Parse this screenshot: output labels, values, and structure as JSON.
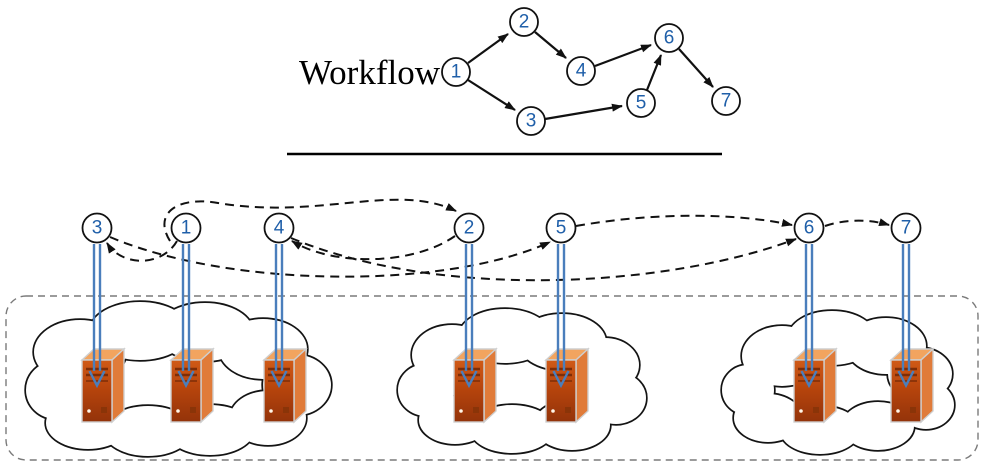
{
  "figure": {
    "title": "Workflow",
    "workflow": {
      "nodes": [
        {
          "id": "1"
        },
        {
          "id": "2"
        },
        {
          "id": "3"
        },
        {
          "id": "4"
        },
        {
          "id": "5"
        },
        {
          "id": "6"
        },
        {
          "id": "7"
        }
      ],
      "edges": [
        [
          "1",
          "2"
        ],
        [
          "2",
          "4"
        ],
        [
          "1",
          "3"
        ],
        [
          "3",
          "5"
        ],
        [
          "4",
          "6"
        ],
        [
          "5",
          "6"
        ],
        [
          "6",
          "7"
        ]
      ]
    },
    "mapping": {
      "task_order": [
        "3",
        "1",
        "4",
        "2",
        "5",
        "6",
        "7"
      ],
      "dependency_arrows": [
        [
          "1",
          "2"
        ],
        [
          "1",
          "3"
        ],
        [
          "2",
          "4"
        ],
        [
          "3",
          "5"
        ],
        [
          "4",
          "6"
        ],
        [
          "5",
          "6"
        ],
        [
          "6",
          "7"
        ]
      ],
      "clouds": [
        {
          "name": "cloud-1",
          "servers": [
            "server-1",
            "server-2",
            "server-3"
          ],
          "tasks": [
            "3",
            "1",
            "4"
          ]
        },
        {
          "name": "cloud-2",
          "servers": [
            "server-4",
            "server-5"
          ],
          "tasks": [
            "2",
            "5"
          ]
        },
        {
          "name": "cloud-3",
          "servers": [
            "server-6",
            "server-7"
          ],
          "tasks": [
            "6",
            "7"
          ]
        }
      ]
    },
    "colors": {
      "node_number": "#1F5FA9",
      "assignment_arrow": "#4A7EBC",
      "server_front": "#B4430C",
      "server_side": "#E07B39",
      "server_top": "#F2A45F",
      "outline": "#111111"
    }
  }
}
